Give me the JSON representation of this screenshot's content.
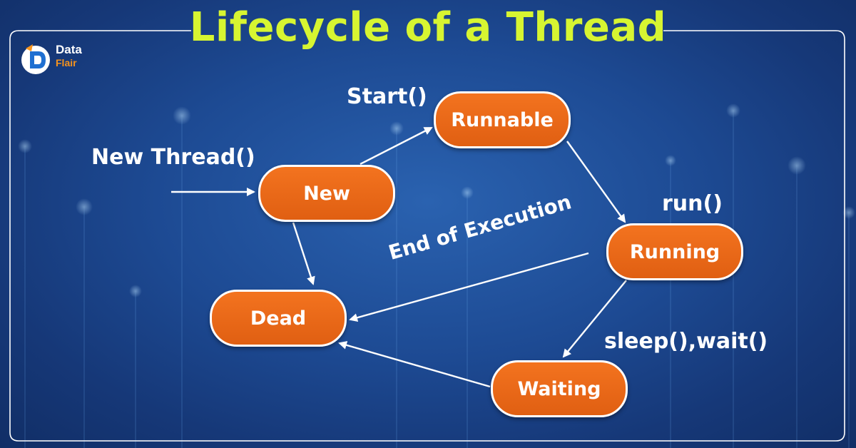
{
  "title": "Lifecycle of a Thread",
  "logo": {
    "line1": "Data",
    "line2": "Flair"
  },
  "states": {
    "new": "New",
    "runnable": "Runnable",
    "running": "Running",
    "waiting": "Waiting",
    "dead": "Dead"
  },
  "transitions": {
    "new_thread": "New Thread()",
    "start": "Start()",
    "run": "run()",
    "sleep_wait": "sleep(),wait()",
    "end_of_execution": "End of Execution"
  },
  "colors": {
    "title": "#d7f531",
    "node_fill": "#e8671a",
    "background": "#1d4a93"
  }
}
